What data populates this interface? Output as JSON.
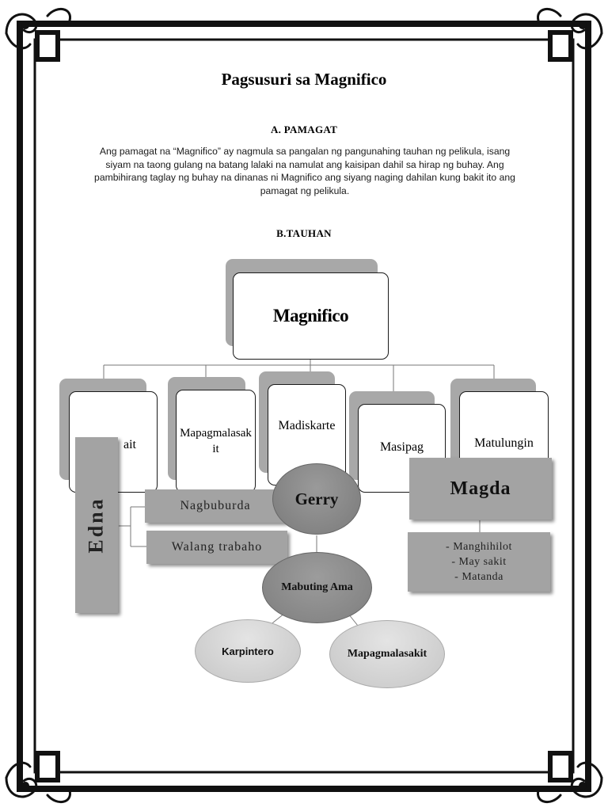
{
  "document": {
    "title": "Pagsusuri sa Magnifico",
    "section_a": {
      "heading": "A. PAMAGAT",
      "lines": [
        "Ang pamagat na “Magnifico” ay nagmula sa pangalan ng pangunahing tauhan ng pelikula, isang",
        "siyam na taong gulang na batang lalaki na namulat ang kaisipan dahil sa hirap ng buhay. Ang",
        "pambihirang taglay ng buhay na dinanas ni Magnifico ang siyang naging dahilan kung bakit ito ang",
        "pamagat ng pelikula."
      ]
    },
    "section_b": {
      "heading": "B.TAUHAN"
    }
  },
  "chart": {
    "root": "Magnifico",
    "traits": [
      "Mabait",
      "Mapagmalasak it",
      "Madiskarte",
      "Masipag",
      "Matulungin"
    ],
    "trait_visible": [
      "ait",
      "Mapagmalasak",
      "it"
    ],
    "edna": {
      "name": "Edna",
      "traits": [
        "Nagbuburda",
        "Walang trabaho"
      ]
    },
    "magda": {
      "name": "Magda",
      "traits": [
        "- Manghihilot",
        "- May sakit",
        "- Matanda"
      ]
    },
    "gerry": {
      "name": "Gerry",
      "role": "Mabuting Ama",
      "children": [
        "Karpintero",
        "Mapagmalasakit"
      ]
    }
  }
}
